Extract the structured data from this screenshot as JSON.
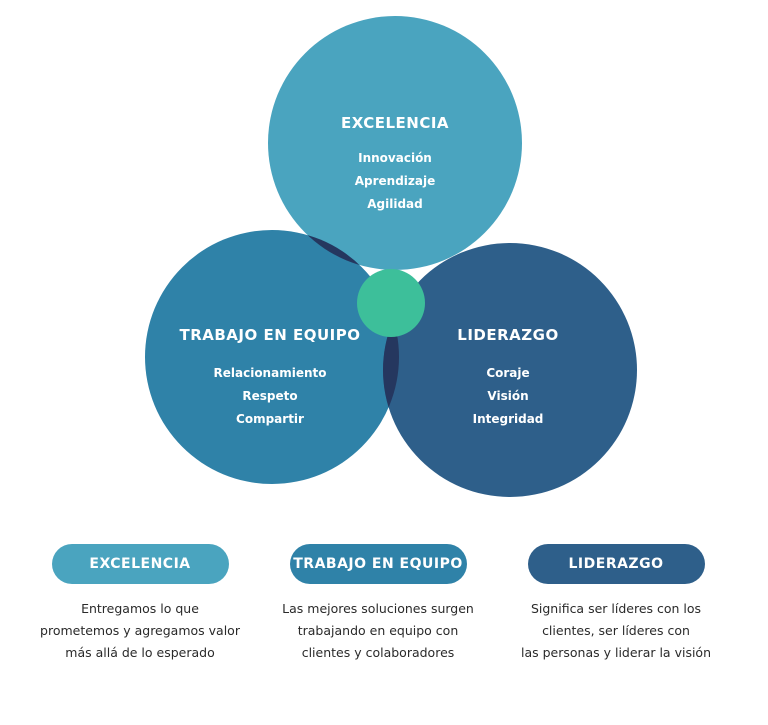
{
  "colors": {
    "excelencia": "#4aa4bf",
    "trabajo": "#2f82a8",
    "liderazgo": "#2e5f8a",
    "overlap": "#25375f",
    "center": "#3dbf9a"
  },
  "circles": {
    "top": {
      "title": "EXCELENCIA",
      "items": [
        "Innovación",
        "Aprendizaje",
        "Agilidad"
      ]
    },
    "left": {
      "title": "TRABAJO EN EQUIPO",
      "items": [
        "Relacionamiento",
        "Respeto",
        "Compartir"
      ]
    },
    "right": {
      "title": "LIDERAZGO",
      "items": [
        "Coraje",
        "Visión",
        "Integridad"
      ]
    }
  },
  "cards": [
    {
      "label": "EXCELENCIA",
      "lines": [
        "Entregamos lo que",
        "prometemos y agregamos valor",
        "más allá de lo esperado"
      ]
    },
    {
      "label": "TRABAJO EN EQUIPO",
      "lines": [
        "Las mejores soluciones surgen",
        "trabajando en equipo con",
        "clientes y colaboradores"
      ]
    },
    {
      "label": "LIDERAZGO",
      "lines": [
        "Significa ser líderes con los",
        "clientes, ser líderes con",
        "las personas y liderar la visión"
      ]
    }
  ]
}
